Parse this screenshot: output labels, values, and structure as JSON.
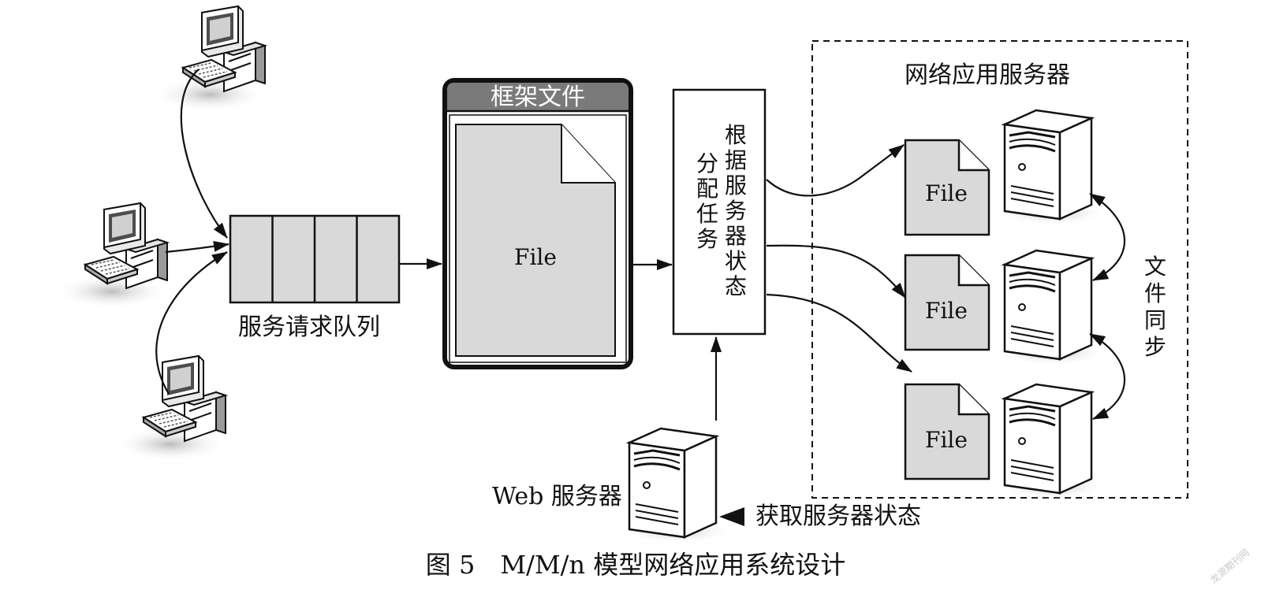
{
  "queue": {
    "label": "服务请求队列"
  },
  "framework": {
    "header": "框架文件",
    "file_label": "File"
  },
  "dispatcher": {
    "line1": "根据服务器状态",
    "line2": "分配任务"
  },
  "server_group": {
    "title": "网络应用服务器",
    "sync_label": "文件同步"
  },
  "files": [
    {
      "label": "File"
    },
    {
      "label": "File"
    },
    {
      "label": "File"
    }
  ],
  "web_server": {
    "label": "Web 服务器"
  },
  "status_note": {
    "label": "获取服务器状态"
  },
  "caption": {
    "text": "图 5　M/M/n 模型网络应用系统设计"
  },
  "watermark": {
    "text": "龙源期刊网"
  },
  "colors": {
    "panel_gray": "#d9d9d9",
    "header_gray": "#7a7a7a",
    "stroke": "#111111"
  }
}
